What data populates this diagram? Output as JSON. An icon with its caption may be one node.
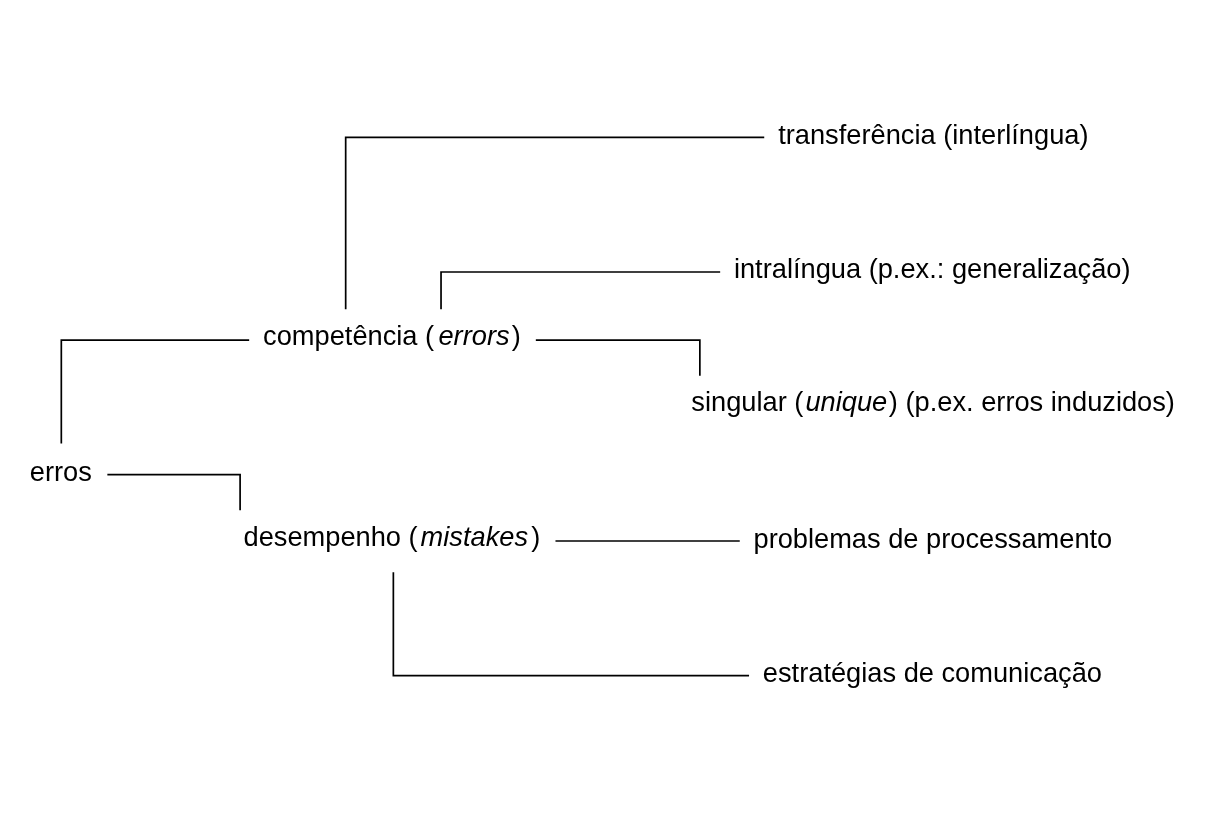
{
  "diagram": {
    "nodes": [
      {
        "text": [
          "erros"
        ]
      },
      {
        "text": [
          "competência (*errors*)"
        ]
      },
      {
        "text": [
          "desempenho (*mistakes*)"
        ]
      },
      {
        "text": [
          "transferência (interlíngua)"
        ]
      },
      {
        "text": [
          "intralíngua (p.ex.: generalização)"
        ]
      },
      {
        "text": [
          "singular (*unique*) (p.ex. erros induzidos)"
        ]
      },
      {
        "text": [
          "problemas de processamento"
        ]
      },
      {
        "text": [
          "estratégias de comunicação"
        ]
      }
    ],
    "edges": [
      {
        "from": 0,
        "to": 1,
        "arrow": "none"
      },
      {
        "from": 0,
        "to": 2,
        "arrow": "none"
      },
      {
        "from": 1,
        "to": 3,
        "arrow": "none"
      },
      {
        "from": 1,
        "to": 4,
        "arrow": "none"
      },
      {
        "from": 1,
        "to": 5,
        "arrow": "none"
      },
      {
        "from": 2,
        "to": 6,
        "arrow": "none"
      },
      {
        "from": 2,
        "to": 7,
        "arrow": "none"
      }
    ]
  }
}
